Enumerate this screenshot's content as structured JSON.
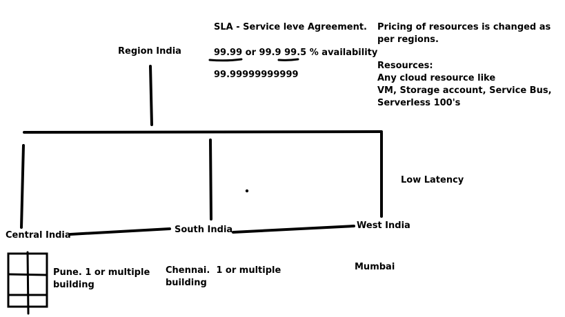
{
  "region": {
    "label": "Region India"
  },
  "sla": {
    "title": "SLA - Service leve Agreement.",
    "availability": {
      "value1": "99.99",
      "sep1": " or ",
      "value2": "99.9",
      "sep2": " ",
      "value3": "99.5",
      "suffix": " % availability"
    },
    "nines": "99.99999999999"
  },
  "pricing": {
    "line1": "Pricing of resources is changed as",
    "line2": "per regions."
  },
  "resources": {
    "heading": "Resources:",
    "line1": "Any cloud resource like",
    "line2": "VM, Storage account, Service Bus,",
    "line3": "Serverless 100's"
  },
  "latency": {
    "label": "Low Latency"
  },
  "zones": {
    "central": {
      "label": "Central India",
      "note_line1": "Pune. 1 or multiple",
      "note_line2": "building"
    },
    "south": {
      "label": "South India",
      "note_line1": "Chennai.  1 or multiple",
      "note_line2": "building"
    },
    "west": {
      "label": "West India",
      "note": "Mumbai"
    }
  }
}
